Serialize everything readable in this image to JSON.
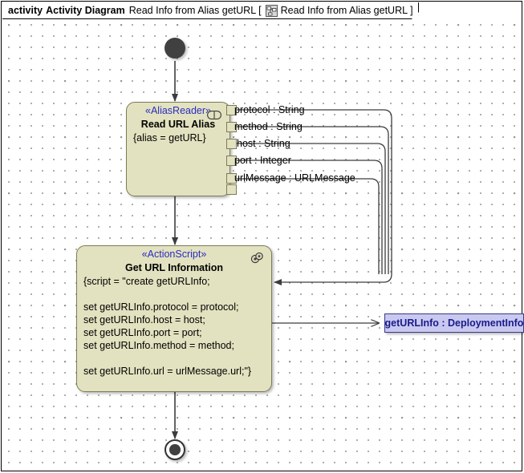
{
  "frame": {
    "keyword": "activity",
    "diagram_kind": "Activity Diagram",
    "diagram_name": "Read Info from Alias getURL",
    "bracket_open": "[",
    "owner_icon": "activity-diagram-icon",
    "owner_name": "Read Info from Alias getURL",
    "bracket_close": "]"
  },
  "colors": {
    "node_fill": "#e2e2c0",
    "node_border": "#7c7c5a",
    "stereotype_text": "#2b2bc0",
    "object_fill": "#c9c9f0",
    "object_border": "#3a3a8c",
    "object_text": "#1a1a8c",
    "edge": "#3c3c3c",
    "canvas": "#ffffff",
    "grid_dot": "#9a9a9a"
  },
  "nodes": {
    "initial": {
      "name": "initial-node"
    },
    "final": {
      "name": "activity-final-node"
    },
    "read_alias": {
      "stereotype": "«AliasReader»",
      "name": "Read URL Alias",
      "body": "{alias = getURL}",
      "icon": "port-icon"
    },
    "get_url_info": {
      "stereotype": "«ActionScript»",
      "name": "Get URL Information",
      "icon": "script-icon",
      "body": "{script = \"create getURLInfo;\n\nset getURLInfo.protocol = protocol;\nset getURLInfo.host = host;\nset getURLInfo.port = port;\nset getURLInfo.method = method;\n\nset getURLInfo.url = urlMessage.url;\"}"
    },
    "object_node": {
      "label": "getURLInfo : DeploymentInfo"
    }
  },
  "pins": [
    {
      "label": "protocol : String"
    },
    {
      "label": "method : String"
    },
    {
      "label": "host : String"
    },
    {
      "label": "port : Integer"
    },
    {
      "label": "urlMessage : URLMessage"
    }
  ]
}
